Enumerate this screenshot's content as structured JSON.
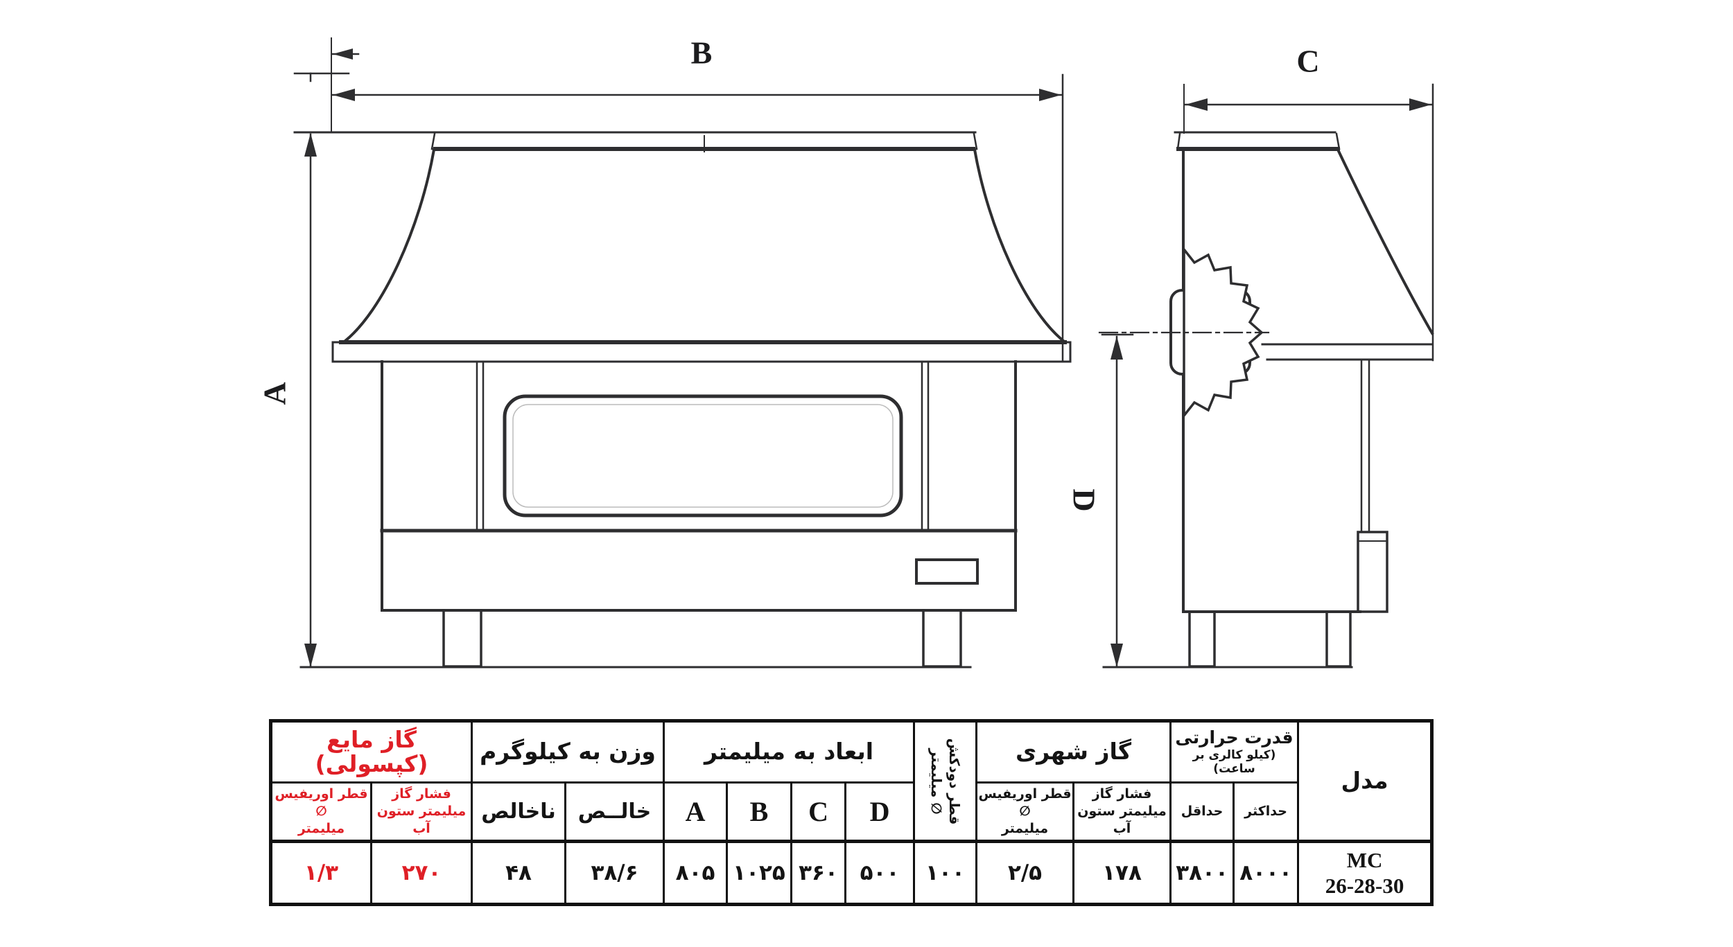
{
  "drawing": {
    "dim_labels": {
      "a": "A",
      "b": "B",
      "c": "C",
      "d": "D"
    },
    "line_color": "#2e2e30"
  },
  "table": {
    "liquid_gas": {
      "title": "گاز مایع (کپسولی)",
      "orifice_label_line1": "قطر اوریفیس ∅",
      "orifice_label_line2": "میلیمتر",
      "pressure_label_line1": "فشار گاز",
      "pressure_label_line2": "میلیمتر ستون آب",
      "orifice_value": "۱/۳",
      "pressure_value": "۲۷۰",
      "accent_color": "#df1f26"
    },
    "weight": {
      "title": "وزن به کیلوگرم",
      "gross_label": "ناخالص",
      "net_label": "خالــص",
      "gross_value": "۴۸",
      "net_value": "۳۸/۶"
    },
    "dimensions": {
      "title": "ابعاد به میلیمتر",
      "col_a": "A",
      "col_b": "B",
      "col_c": "C",
      "col_d": "D",
      "value_a": "۸۰۵",
      "value_b": "۱۰۲۵",
      "value_c": "۳۶۰",
      "value_d": "۵۰۰"
    },
    "chimney": {
      "label_line1": "قطر دودکش",
      "label_line2": "∅ میلیمتر",
      "value": "۱۰۰"
    },
    "city_gas": {
      "title": "گاز شهری",
      "orifice_label_line1": "قطر اوریفیس ∅",
      "orifice_label_line2": "میلیمتر",
      "pressure_label_line1": "فشار گاز",
      "pressure_label_line2": "میلیمتر ستون آب",
      "orifice_value": "۲/۵",
      "pressure_value": "۱۷۸"
    },
    "thermal": {
      "title": "قدرت حرارتی",
      "subtitle": "(کیلو کالری بر ساعت)",
      "min_label": "حداقل",
      "max_label": "حداکثر",
      "min_value": "۳۸۰۰",
      "max_value": "۸۰۰۰"
    },
    "model": {
      "title": "مدل",
      "value_line1": "MC",
      "value_line2": "26-28-30"
    }
  }
}
